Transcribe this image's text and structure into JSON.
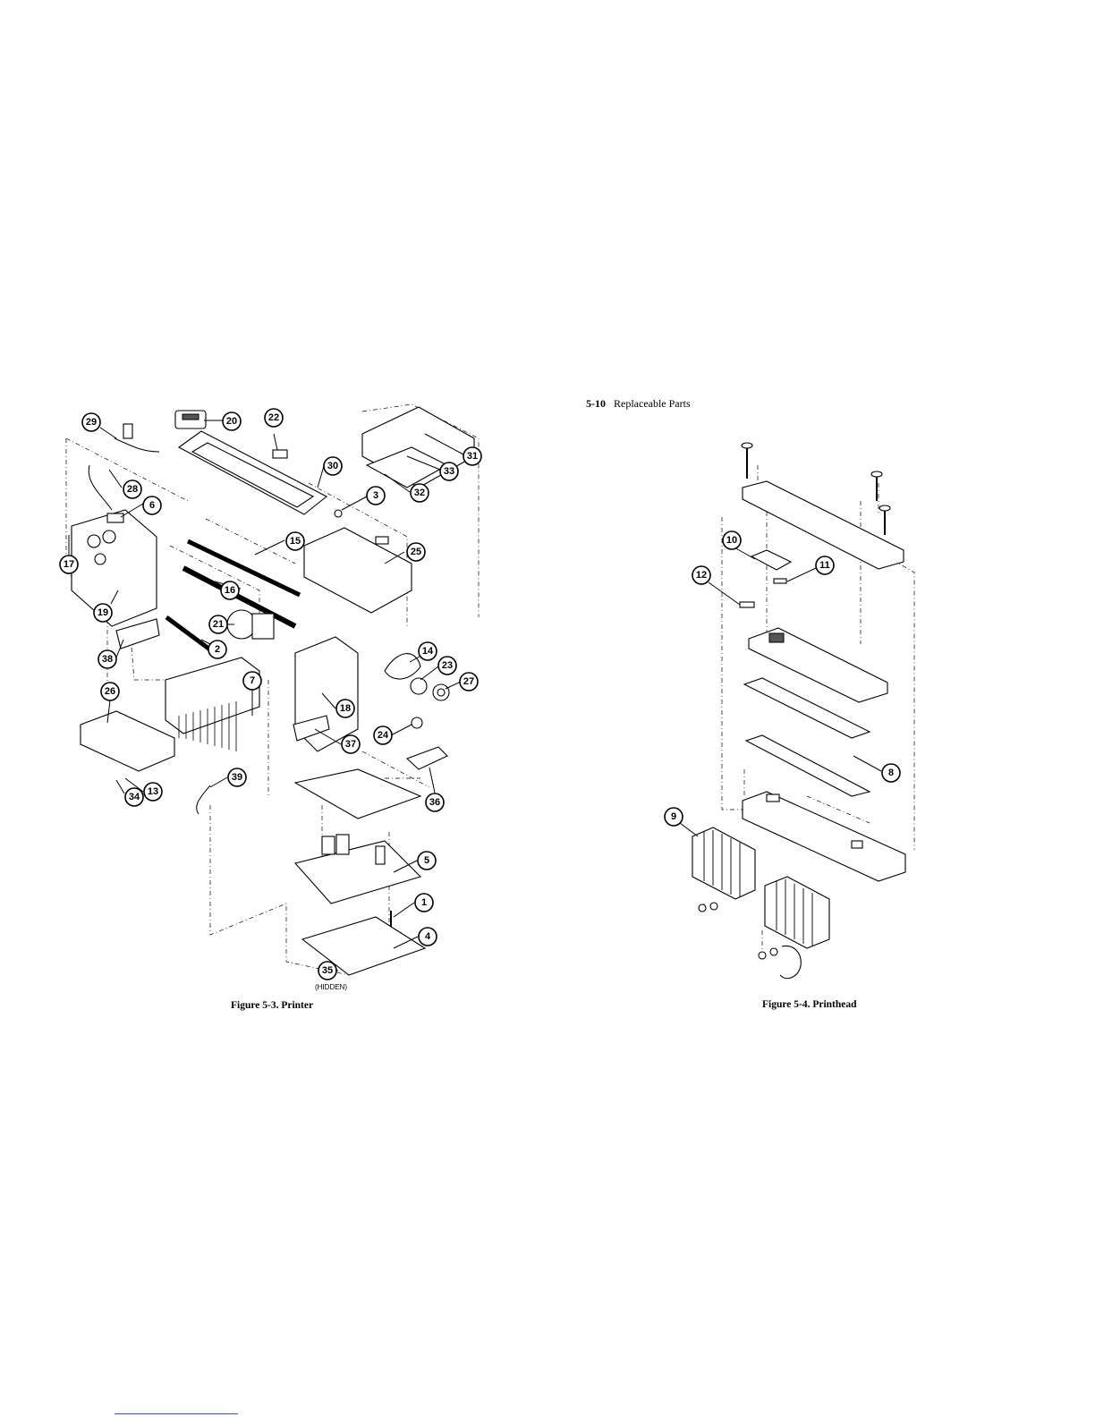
{
  "header": {
    "number": "5-10",
    "title": "Replaceable Parts"
  },
  "figure_left": {
    "caption": "Figure 5-3. Printer",
    "hidden_note": "(HIDDEN)",
    "callouts": [
      "29",
      "20",
      "22",
      "31",
      "33",
      "30",
      "28",
      "32",
      "6",
      "3",
      "17",
      "15",
      "25",
      "16",
      "19",
      "21",
      "2",
      "38",
      "14",
      "23",
      "27",
      "7",
      "18",
      "26",
      "24",
      "37",
      "36",
      "39",
      "34",
      "13",
      "5",
      "1",
      "4",
      "35"
    ]
  },
  "figure_right": {
    "caption": "Figure 5-4. Printhead",
    "callouts": [
      "10",
      "11",
      "12",
      "8",
      "9"
    ]
  }
}
